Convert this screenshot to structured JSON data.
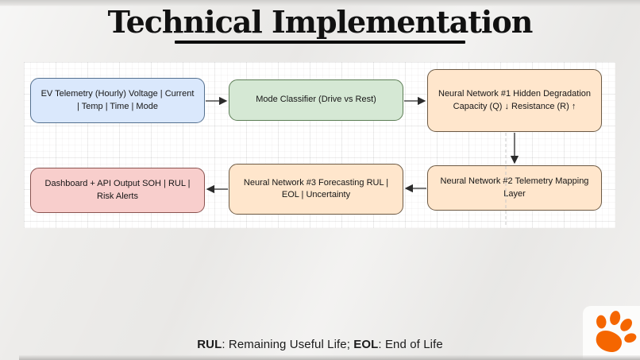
{
  "slide": {
    "title": "Technical Implementation",
    "footnote": {
      "rul_term": "RUL",
      "rul_rest": ": Remaining Useful Life; ",
      "eol_term": "EOL",
      "eol_rest": ": End of Life"
    },
    "logo_name": "clemson-tiger-paw"
  },
  "flowchart": {
    "nodes": [
      {
        "id": "ev-telemetry",
        "label": "EV Telemetry (Hourly) Voltage | Current | Temp | Time | Mode",
        "fill": "#dae8fc",
        "border": "#54708f"
      },
      {
        "id": "mode-classifier",
        "label": "Mode Classifier (Drive vs Rest)",
        "fill": "#d5e8d4",
        "border": "#5c7d55"
      },
      {
        "id": "nn1",
        "label": "Neural Network #1 Hidden Degradation Capacity (Q) ↓ Resistance (R) ↑",
        "fill": "#ffe6cc",
        "border": "#6d5a44"
      },
      {
        "id": "nn2",
        "label": "Neural Network #2 Telemetry Mapping Layer",
        "fill": "#ffe6cc",
        "border": "#6d5a44"
      },
      {
        "id": "nn3",
        "label": "Neural Network #3 Forecasting RUL | EOL | Uncertainty",
        "fill": "#ffe6cc",
        "border": "#6d5a44"
      },
      {
        "id": "dashboard",
        "label": "Dashboard + API Output SOH | RUL | Risk Alerts",
        "fill": "#f8cecc",
        "border": "#8a5350"
      }
    ],
    "connections": [
      {
        "from": "ev-telemetry",
        "to": "mode-classifier",
        "style": "solid"
      },
      {
        "from": "mode-classifier",
        "to": "nn1",
        "style": "solid"
      },
      {
        "from": "nn1",
        "to": "nn2",
        "style": "solid"
      },
      {
        "from": "nn1",
        "to": "canvas-bottom",
        "style": "dashed"
      },
      {
        "from": "nn2",
        "to": "nn3",
        "style": "solid"
      },
      {
        "from": "nn3",
        "to": "dashboard",
        "style": "solid"
      }
    ]
  },
  "colors": {
    "slide_bg": "#edecea",
    "canvas_bg": "#ffffff",
    "clemson_orange": "#F56600",
    "arrow": "#2b2b2b",
    "dashed_guide": "#c8c8c8"
  }
}
